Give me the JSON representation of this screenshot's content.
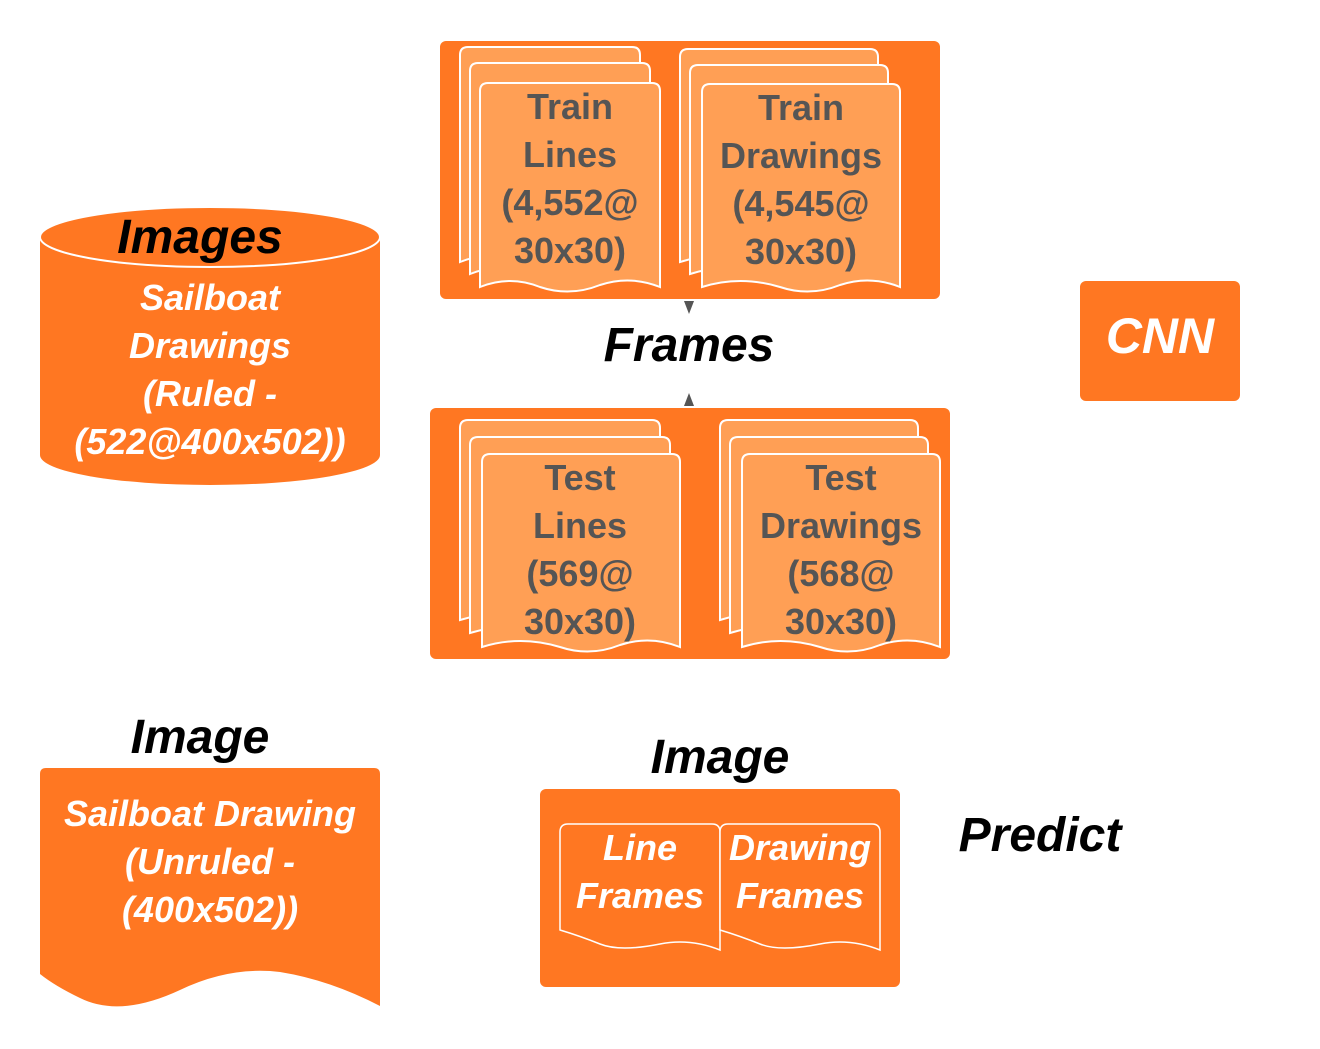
{
  "images_db": {
    "title": "Images",
    "lines": [
      "Sailboat",
      "Drawings",
      "(Ruled -",
      "(522@400x502))"
    ]
  },
  "frames_label": "Frames",
  "train": {
    "lines": {
      "lines": [
        "Train",
        "Lines",
        "(4,552@",
        "30x30)"
      ]
    },
    "drawings": {
      "lines": [
        "Train",
        "Drawings",
        "(4,545@",
        "30x30)"
      ]
    }
  },
  "test": {
    "lines": {
      "lines": [
        "Test",
        "Lines",
        "(569@",
        "30x30)"
      ]
    },
    "drawings": {
      "lines": [
        "Test",
        "Drawings",
        "(568@",
        "30x30)"
      ]
    }
  },
  "cnn_label": "CNN",
  "image_input": {
    "title": "Image",
    "lines": [
      "Sailboat Drawing",
      "(Unruled -",
      "(400x502))"
    ]
  },
  "image_frames": {
    "title": "Image",
    "line_frames": [
      "Line",
      "Frames"
    ],
    "drawing_frames": [
      "Drawing",
      "Frames"
    ]
  },
  "predict_label": "Predict",
  "colors": {
    "panel": "#FF7722",
    "doc_light": "#FF9F55",
    "doc_text": "#555555"
  }
}
